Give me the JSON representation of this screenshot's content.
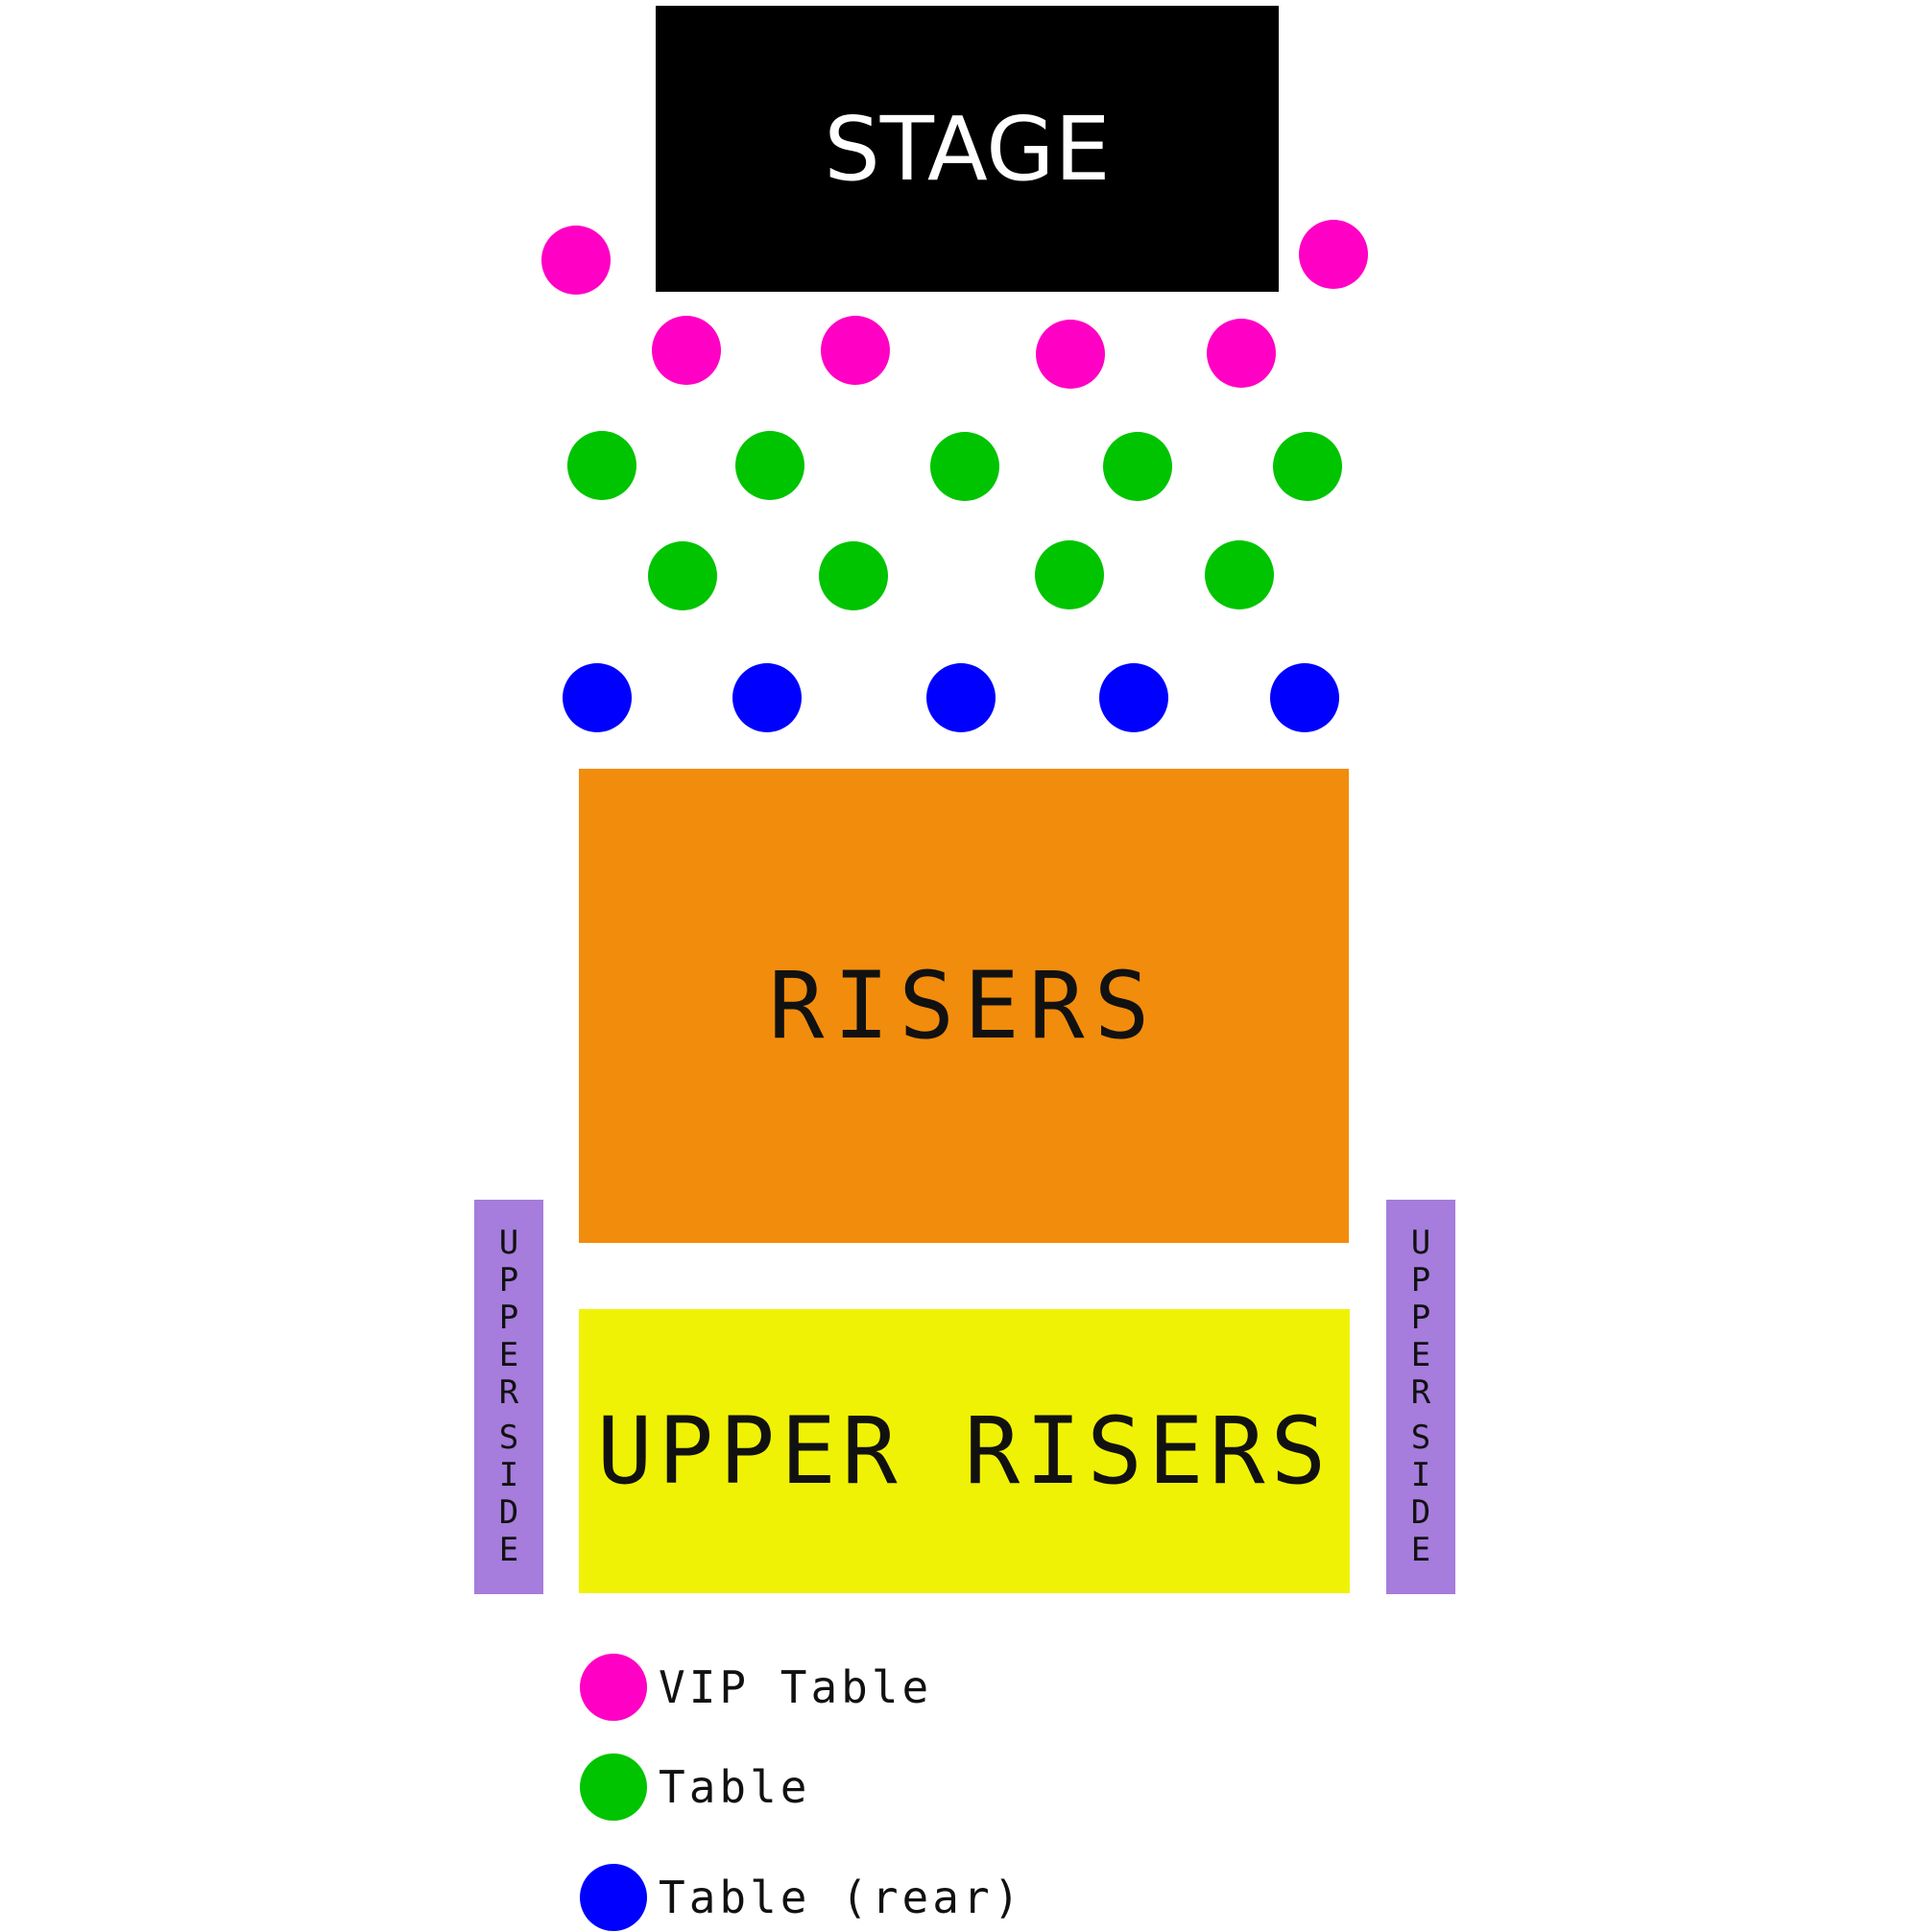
{
  "colors": {
    "stage": "#000000",
    "vip": "#FF00C4",
    "table": "#00C400",
    "table_rear": "#0000FF",
    "risers": "#F28C0C",
    "upper_risers": "#F0F205",
    "upper_side": "#A67CDC"
  },
  "sections": {
    "stage": "STAGE",
    "risers": "RISERS",
    "upper_risers": "UPPER RISERS",
    "upper_side_left": "UPPER SIDE",
    "upper_side_right": "UPPER SIDE"
  },
  "table_counts": {
    "vip": 6,
    "table": 9,
    "table_rear": 5
  },
  "legend": [
    {
      "key": "vip",
      "label": "VIP Table"
    },
    {
      "key": "table",
      "label": "Table"
    },
    {
      "key": "table_rear",
      "label": "Table (rear)"
    }
  ]
}
